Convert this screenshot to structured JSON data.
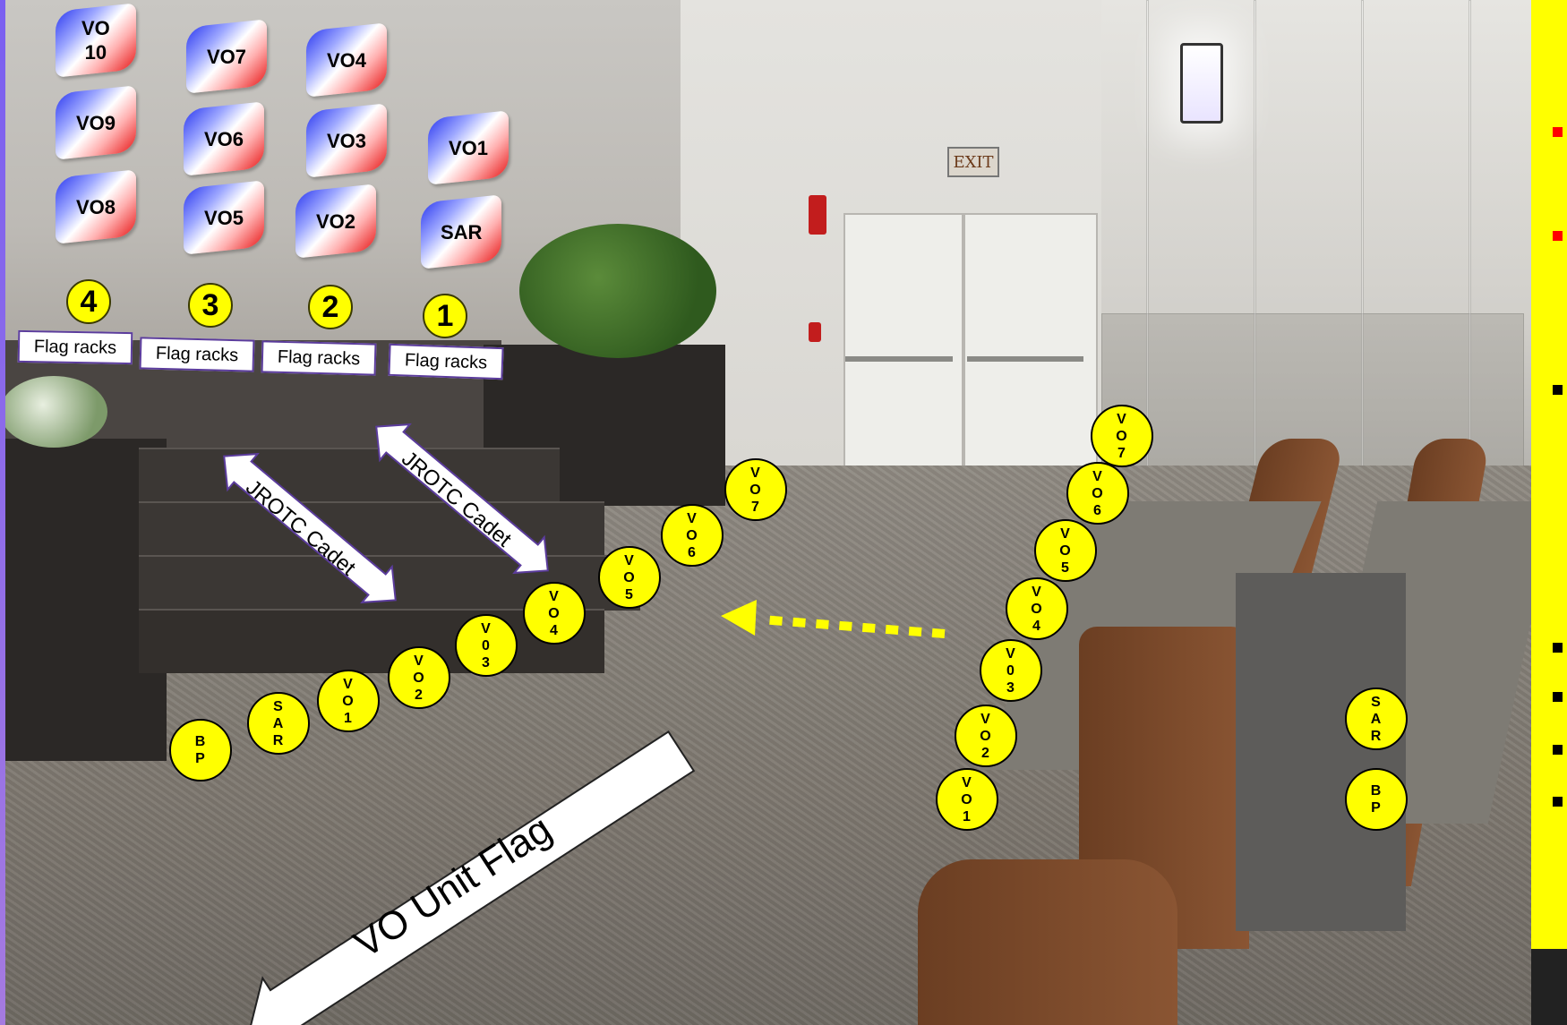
{
  "flags": [
    {
      "label": "VO\n10"
    },
    {
      "label": "VO9"
    },
    {
      "label": "VO8"
    },
    {
      "label": "VO7"
    },
    {
      "label": "VO6"
    },
    {
      "label": "VO5"
    },
    {
      "label": "VO4"
    },
    {
      "label": "VO3"
    },
    {
      "label": "VO2"
    },
    {
      "label": "VO1"
    },
    {
      "label": "SAR"
    }
  ],
  "rack_numbers": [
    "4",
    "3",
    "2",
    "1"
  ],
  "rack_label": "Flag racks",
  "exit_sign": "EXIT",
  "jrotc_label": "JROTC Cadet",
  "unit_flag_label": "VO Unit Flag",
  "left_line": [
    "B\nP",
    "S\nA\nR",
    "V\nO\n1",
    "V\nO\n2",
    "V\n0\n3",
    "V\nO\n4",
    "V\nO\n5",
    "V\nO\n6",
    "V\nO\n7"
  ],
  "center_line": [
    "V\nO\n1",
    "V\nO\n2",
    "V\n0\n3",
    "V\nO\n4",
    "V\nO\n5",
    "V\nO\n6",
    "V\nO\n7"
  ],
  "right_pair": [
    "S\nA\nR",
    "B\nP"
  ],
  "colors": {
    "disc": "#ffff00",
    "flag_blue": "#2f3cf0",
    "flag_red": "#e81b1b",
    "sidebar": "#ffff00",
    "rack_border": "#5b3c9c",
    "bullet_red": "#ff0000",
    "bullet_black": "#000000"
  },
  "sidebar_bullets": [
    "red",
    "red",
    "black",
    "black",
    "black",
    "black",
    "black"
  ]
}
